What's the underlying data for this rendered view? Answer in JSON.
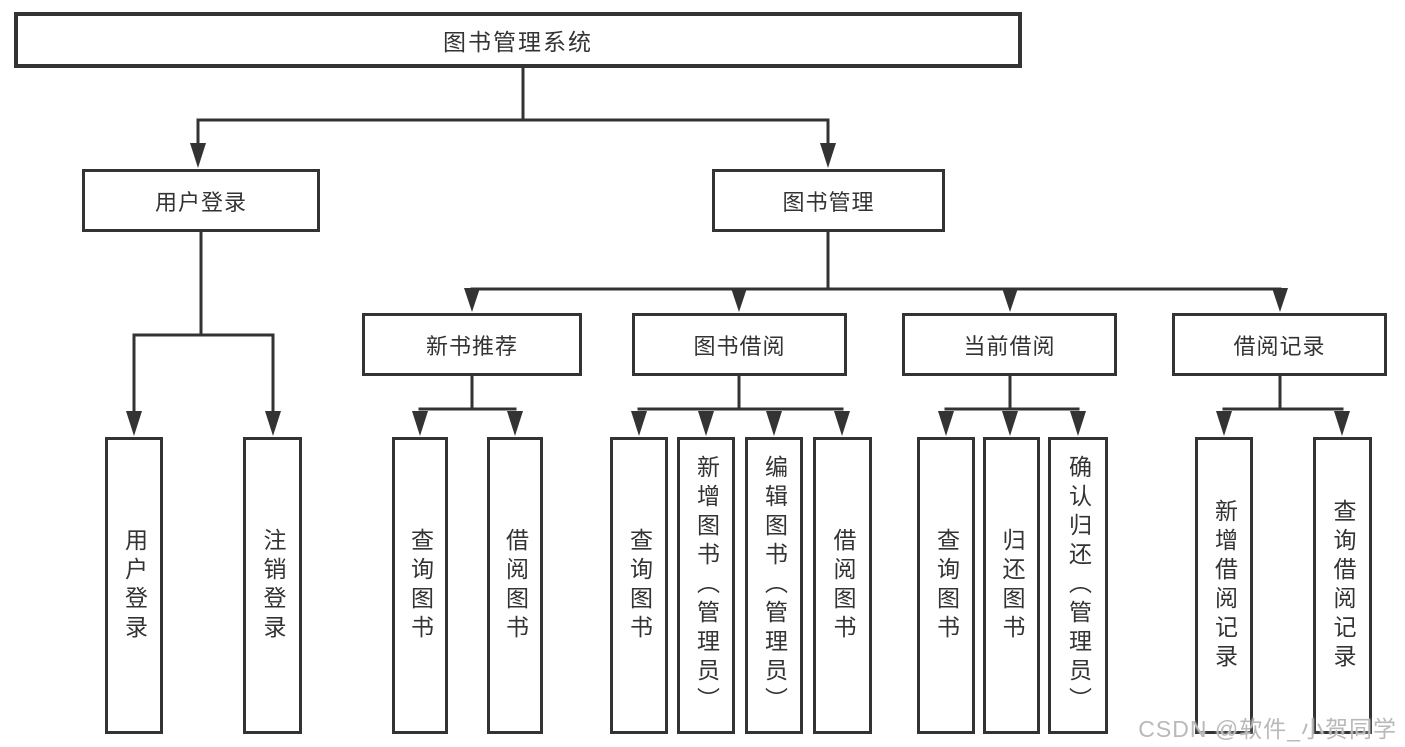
{
  "colors": {
    "line": "#333333",
    "box_border": "#333333",
    "text": "#333333",
    "watermark": "#b9b9b9",
    "background": "#ffffff"
  },
  "tree": {
    "root": "图书管理系统",
    "level2": [
      "用户登录",
      "图书管理"
    ],
    "level3": [
      "新书推荐",
      "图书借阅",
      "当前借阅",
      "借阅记录"
    ],
    "leaves": {
      "login": [
        "用户登录",
        "注销登录"
      ],
      "newbooks": [
        "查询图书",
        "借阅图书"
      ],
      "borrow": [
        "查询图书",
        "新增图书（管理员）",
        "编辑图书（管理员）",
        "借阅图书"
      ],
      "current": [
        "查询图书",
        "归还图书",
        "确认归还（管理员）"
      ],
      "records": [
        "新增借阅记录",
        "查询借阅记录"
      ]
    }
  },
  "watermark": {
    "text": "CSDN @软件_小贺同学"
  }
}
